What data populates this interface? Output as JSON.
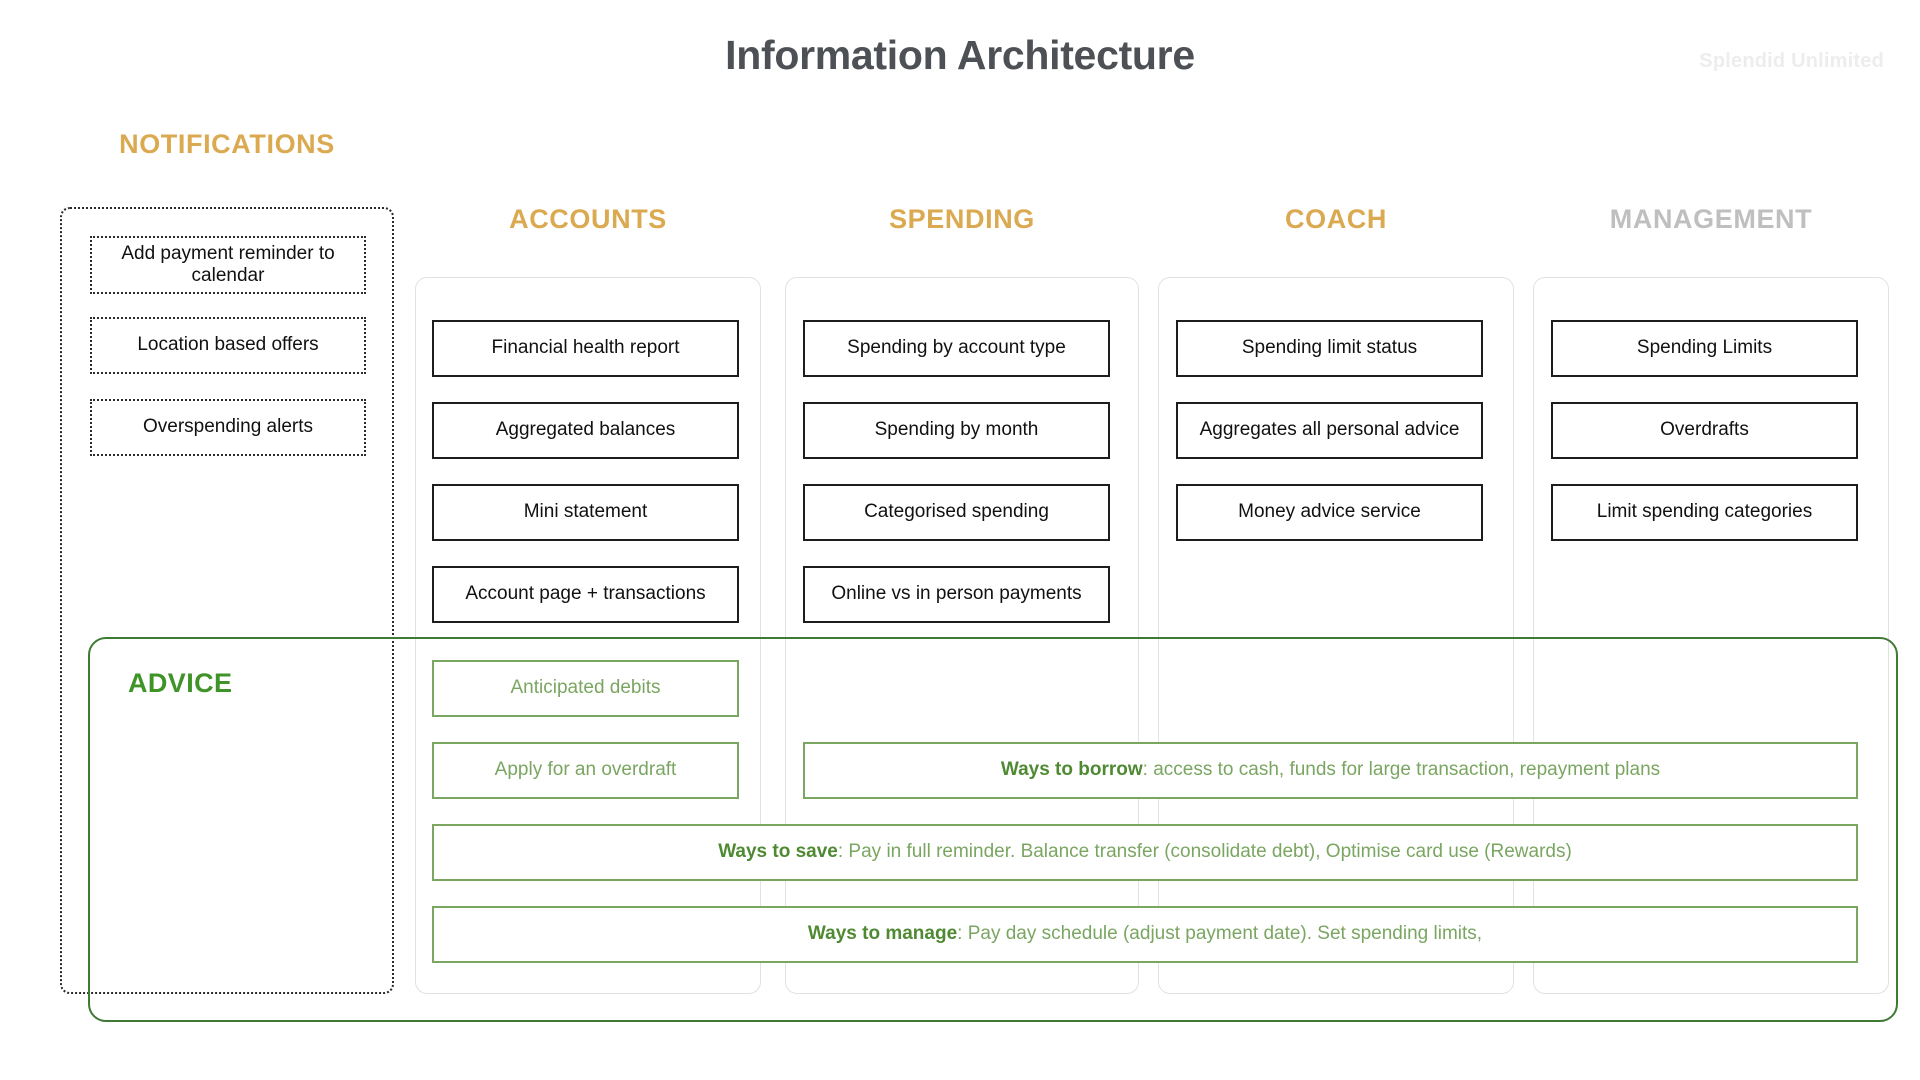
{
  "header": {
    "title": "Information Architecture",
    "watermark": "Splendid Unlimited"
  },
  "columns": [
    {
      "key": "notifications",
      "heading": "NOTIFICATIONS",
      "heading_color": "#dba950",
      "style": "dotted",
      "items": [
        "Add payment reminder to calendar",
        "Location based offers",
        "Overspending alerts"
      ]
    },
    {
      "key": "accounts",
      "heading": "ACCOUNTS",
      "heading_color": "#dba950",
      "style": "solid",
      "items": [
        "Financial health report",
        "Aggregated balances",
        "Mini statement",
        "Account page + transactions"
      ],
      "advice_items": [
        "Anticipated debits",
        "Apply for an overdraft"
      ]
    },
    {
      "key": "spending",
      "heading": "SPENDING",
      "heading_color": "#dba950",
      "style": "solid",
      "items": [
        "Spending by account type",
        "Spending by month",
        "Categorised spending",
        "Online vs in person payments"
      ],
      "advice_items": []
    },
    {
      "key": "coach",
      "heading": "COACH",
      "heading_color": "#dba950",
      "style": "solid",
      "items": [
        "Spending limit status",
        "Aggregates all personal advice",
        "Money advice service"
      ],
      "advice_items": []
    },
    {
      "key": "management",
      "heading": "MANAGEMENT",
      "heading_color": "#bfbfbf",
      "style": "solid",
      "items": [
        "Spending Limits",
        "Overdrafts",
        "Limit spending categories"
      ],
      "advice_items": []
    }
  ],
  "advice": {
    "label": "ADVICE",
    "label_color": "#3f9428",
    "border_color": "#3f7a34",
    "item_color": "#7aa661",
    "rows": [
      {
        "key": "ways-to-borrow",
        "lead": "Ways to borrow",
        "rest": ": access to cash, funds for large transaction, repayment plans"
      },
      {
        "key": "ways-to-save",
        "lead": "Ways to save",
        "rest": ": Pay in full reminder. Balance transfer (consolidate debt), Optimise card use (Rewards)"
      },
      {
        "key": "ways-to-manage",
        "lead": "Ways to manage",
        "rest": ": Pay day schedule (adjust payment date). Set spending limits,"
      }
    ]
  },
  "theme": {
    "accent_amber": "#dba950",
    "muted_grey": "#bfbfbf",
    "advice_green": "#7aa661",
    "advice_green_dark": "#3f7a34",
    "title_grey": "#4d5054",
    "card_border": "#1d1d1d"
  }
}
